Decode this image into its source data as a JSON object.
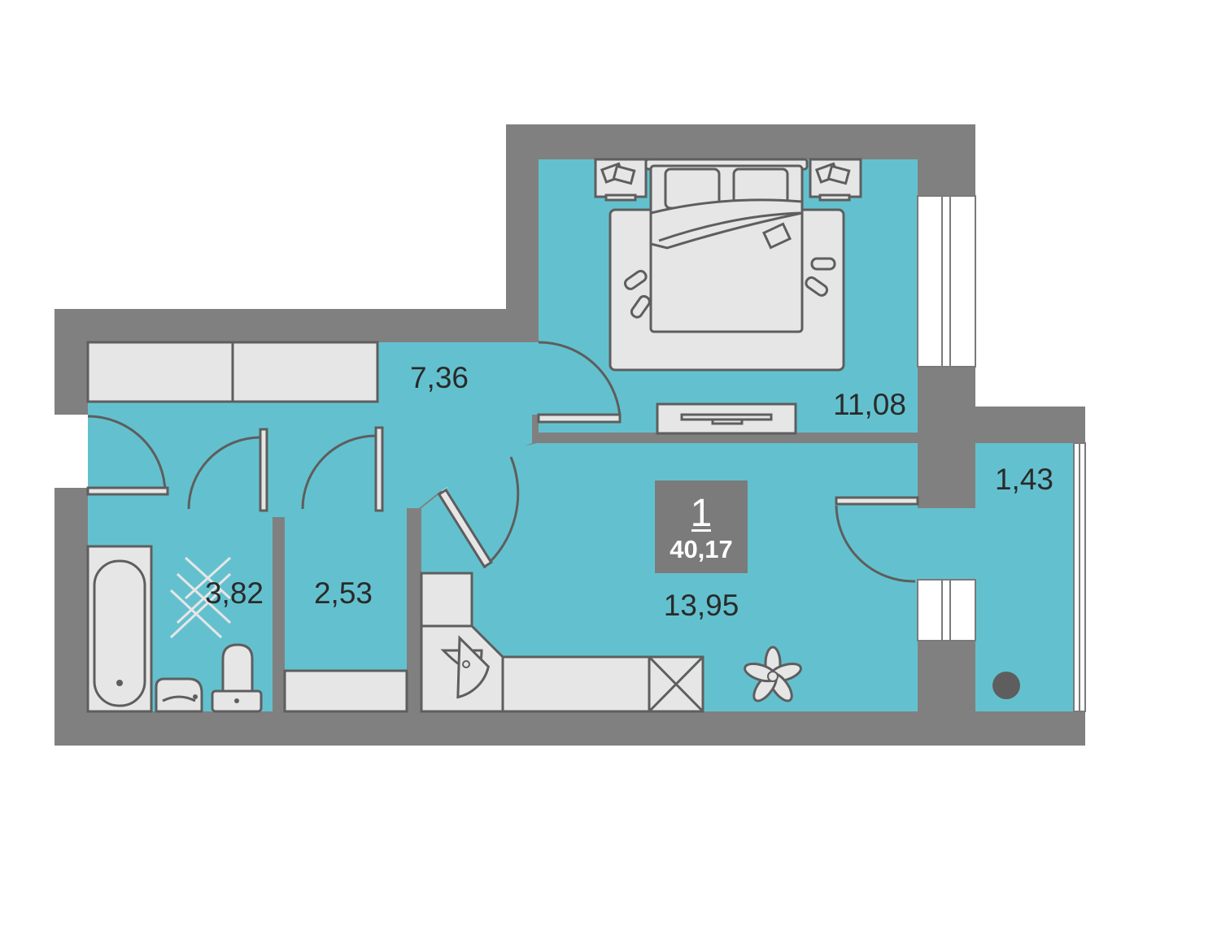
{
  "colors": {
    "floor": "#63c1cf",
    "wall": "#808080",
    "furniture": "#e6e6e6",
    "outline": "#5e5e5e",
    "badge": "#7b7b7b"
  },
  "badge": {
    "rooms": "1",
    "total_area": "40,17"
  },
  "rooms": {
    "hall": {
      "area": "7,36"
    },
    "bedroom": {
      "area": "11,08"
    },
    "living": {
      "area": "13,95"
    },
    "balcony": {
      "area": "1,43"
    },
    "bathroom": {
      "area": "3,82"
    },
    "toilet": {
      "area": "2,53"
    }
  },
  "icons": [
    "bed-icon",
    "nightstand-icon",
    "slipper-icon",
    "bathtub-icon",
    "sink-icon",
    "toilet-icon",
    "flower-icon",
    "stove-icon"
  ]
}
